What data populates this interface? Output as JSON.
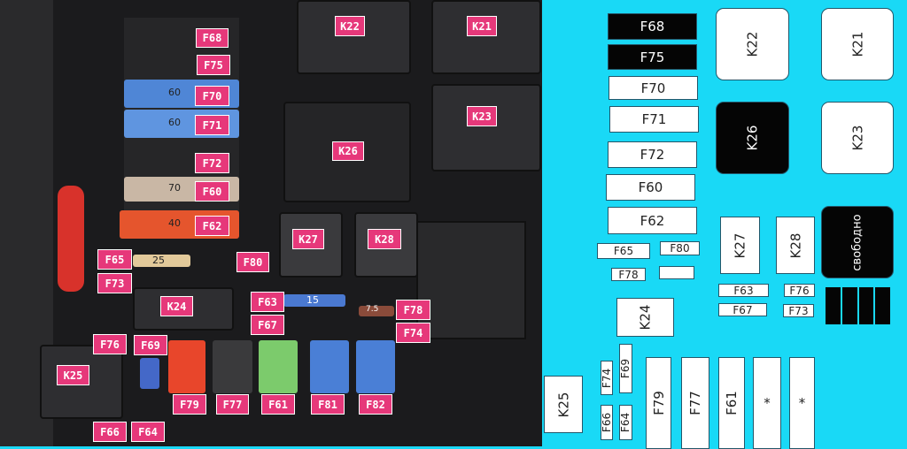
{
  "photo_labels": [
    "K22",
    "K21",
    "F68",
    "F75",
    "F70",
    "F71",
    "K23",
    "K26",
    "F72",
    "F60",
    "F62",
    "K27",
    "K28",
    "F65",
    "F80",
    "F73",
    "K24",
    "F63",
    "F78",
    "F67",
    "F74",
    "F76",
    "F69",
    "K25",
    "F79",
    "F77",
    "F61",
    "F81",
    "F82",
    "F66",
    "F64"
  ],
  "fuse_ratings": {
    "f70": "60",
    "f71": "60",
    "f60": "70",
    "f62": "40",
    "f65": "25",
    "f63": "15",
    "f78": "7.5"
  },
  "diagram": {
    "f68": "F68",
    "f75": "F75",
    "f70": "F70",
    "f71": "F71",
    "f72": "F72",
    "f60": "F60",
    "f62": "F62",
    "k22": "K22",
    "k21": "K21",
    "k26": "K26",
    "k23": "K23",
    "free": "свободно",
    "k27": "K27",
    "k28": "K28",
    "f65": "F65",
    "f80": "F80",
    "f78": "F78",
    "f63": "F63",
    "f76": "F76",
    "f67": "F67",
    "f73": "F73",
    "k24": "K24",
    "f74": "F74",
    "f69": "F69",
    "f66": "F66",
    "f64": "F64",
    "k25": "K25",
    "f79": "F79",
    "f77": "F77",
    "f61": "F61",
    "star1": "*",
    "star2": "*"
  },
  "colors": {
    "background": "#19d9f6",
    "label": "#e6387a"
  }
}
